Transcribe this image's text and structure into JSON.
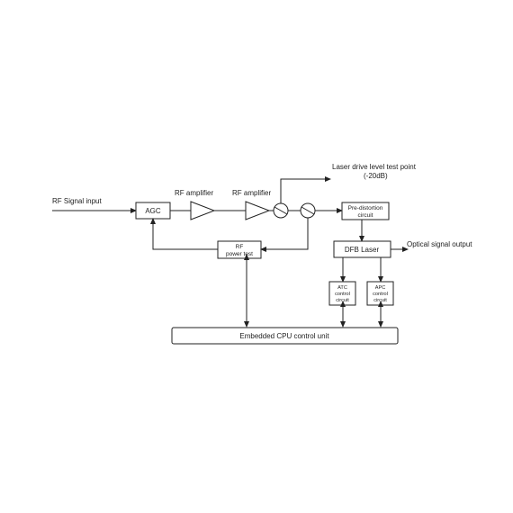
{
  "labels": {
    "rf_signal_input": "RF Signal input",
    "agc": "AGC",
    "rf_amplifier_1": "RF amplifier",
    "rf_amplifier_2": "RF amplifier",
    "laser_test_point_line1": "Laser drive level test point",
    "laser_test_point_line2": "(-20dB)",
    "predistortion_line1": "Pre-distortion",
    "predistortion_line2": "circuit",
    "dfb_laser": "DFB Laser",
    "optical_output": "Optical signal output",
    "rf_power_test_line1": "RF",
    "rf_power_test_line2": "power test",
    "atc_line1": "ATC",
    "atc_line2": "control",
    "atc_line3": "circuit",
    "apc_line1": "APC",
    "apc_line2": "control",
    "apc_line3": "circuit",
    "cpu_unit": "Embedded CPU control unit"
  },
  "colors": {
    "line": "#222222",
    "background": "#ffffff"
  }
}
